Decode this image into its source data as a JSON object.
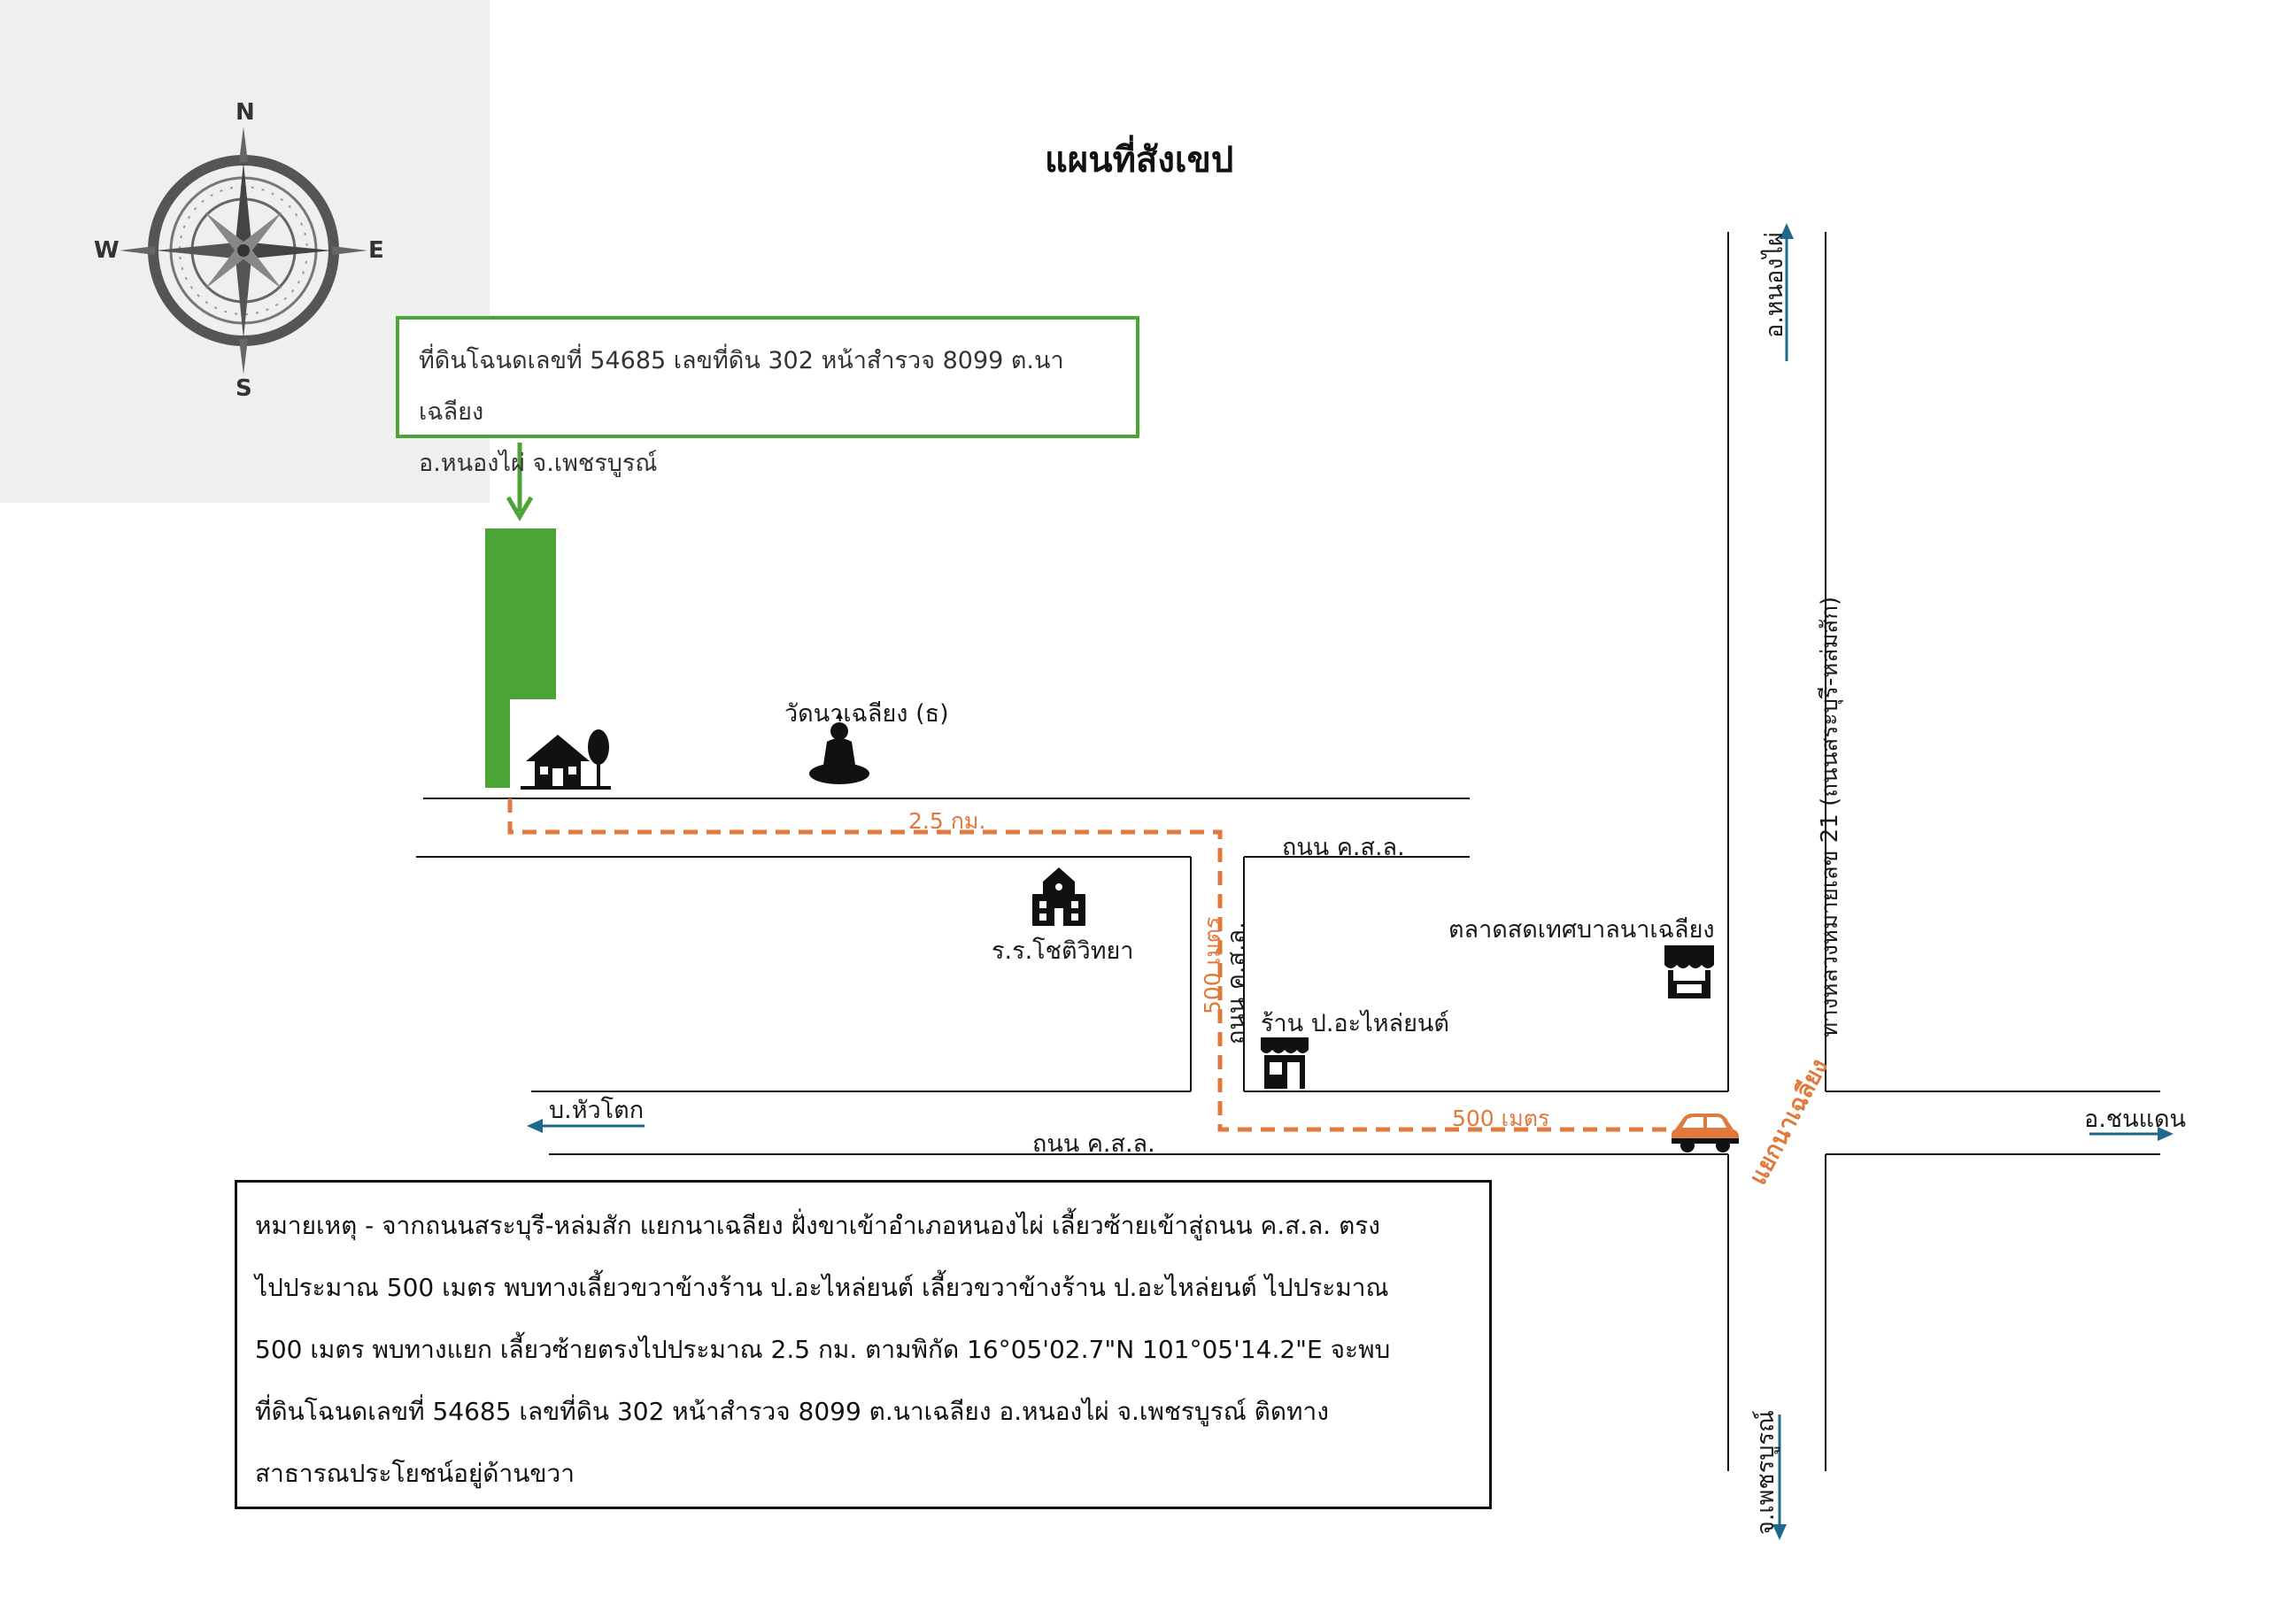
{
  "title": "แผนที่สังเขป",
  "compass": {
    "n": "N",
    "e": "E",
    "s": "S",
    "w": "W"
  },
  "deed_box": {
    "line1": "ที่ดินโฉนดเลขที่ 54685 เลขที่ดิน 302 หน้าสำรวจ 8099 ต.นาเฉลียง",
    "line2": "อ.หนองไผ่ จ.เพชรบูรณ์"
  },
  "landmarks": {
    "temple": "วัดนาเฉลียง (ธ)",
    "school": "ร.ร.โชติวิทยา",
    "market": "ตลาดสดเทศบาลนาเฉลียง",
    "shop": "ร้าน ป.อะไหล่ยนต์"
  },
  "roads": {
    "top_road": "ถนน ค.ส.ล.",
    "vertical_road": "ถนน ค.ส.ล.",
    "bottom_road": "ถนน ค.ส.ล.",
    "highway": "ทางหลวงหมายเลข 21 (ถนนสระบุรี-หล่มสัก)",
    "intersection": "แยกนาเฉลียง"
  },
  "directions": {
    "north": "อ.หนองไผ่",
    "south": "จ.เพชรบูรณ์",
    "east": "อ.ชนแดน",
    "west": "บ.หัวโตก"
  },
  "distances": {
    "top": "2.5 กม.",
    "vertical": "500 เมตร",
    "bottom": "500 เมตร"
  },
  "note": {
    "line1": "หมายเหตุ - จากถนนสระบุรี-หล่มสัก แยกนาเฉลียง ฝั่งขาเข้าอำเภอหนองไผ่ เลี้ยวซ้ายเข้าสู่ถนน ค.ส.ล. ตรง",
    "line2": "ไปประมาณ 500 เมตร พบทางเลี้ยวขวาข้างร้าน ป.อะไหล่ยนต์ เลี้ยวขวาข้างร้าน ป.อะไหล่ยนต์ ไปประมาณ",
    "line3": "500 เมตร พบทางแยก เลี้ยวซ้ายตรงไปประมาณ 2.5 กม. ตามพิกัด 16°05'02.7\"N 101°05'14.2\"E จะพบ",
    "line4": "ที่ดินโฉนดเลขที่ 54685 เลขที่ดิน 302 หน้าสำรวจ 8099 ต.นาเฉลียง อ.หนองไผ่ จ.เพชรบูรณ์  ติดทาง",
    "line5": "สาธารณประโยชน์อยู่ด้านขวา"
  },
  "colors": {
    "land": "#4aa436",
    "route": "#e07a3c",
    "arrow": "#1f6a8a",
    "compass_bg": "#efefef",
    "road": "#111111"
  },
  "icons": [
    "compass-rose-icon",
    "house-icon",
    "buddha-icon",
    "school-icon",
    "market-stall-icon",
    "shop-icon",
    "car-icon"
  ]
}
